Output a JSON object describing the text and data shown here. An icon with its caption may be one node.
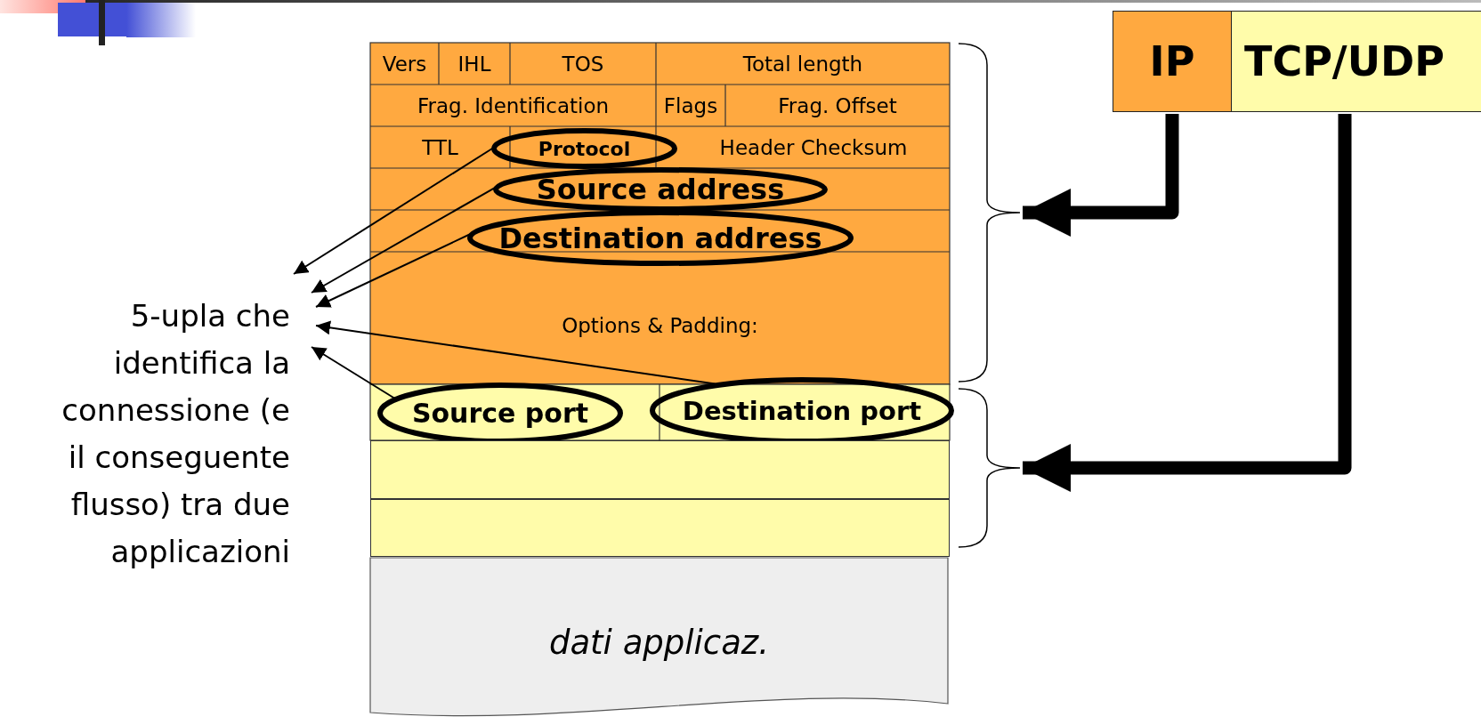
{
  "diagram": {
    "nodes": [
      {
        "text": [
          "Vers"
        ]
      },
      {
        "text": [
          "IHL"
        ]
      },
      {
        "text": [
          "TOS"
        ]
      },
      {
        "text": [
          "Total length"
        ]
      },
      {
        "text": [
          "Frag. Identification"
        ]
      },
      {
        "text": [
          "Flags"
        ]
      },
      {
        "text": [
          "Frag. Offset"
        ]
      },
      {
        "text": [
          "TTL"
        ]
      },
      {
        "text": [
          "Protocol"
        ]
      },
      {
        "text": [
          "Header Checksum"
        ]
      },
      {
        "text": [
          "Source address"
        ]
      },
      {
        "text": [
          "Destination address"
        ]
      },
      {
        "text": [
          "Options & Padding:"
        ]
      },
      {
        "text": [
          "Source port"
        ]
      },
      {
        "text": [
          "Destination port"
        ]
      },
      {
        "text": [],
        "shape": "box"
      },
      {
        "text": [],
        "shape": "box"
      },
      {
        "text": [
          "dati applicaz."
        ]
      },
      {
        "text": [
          "5-upla che identifica la connessione (e il conseguente flusso) tra due applicazioni"
        ]
      },
      {
        "text": [
          "IP"
        ]
      },
      {
        "text": [
          "TCP/UDP"
        ]
      },
      {
        "text": [],
        "shape": "brace"
      },
      {
        "text": [],
        "shape": "brace"
      }
    ],
    "edges": [
      {
        "from": 8,
        "to": 18,
        "arrow": "to"
      },
      {
        "from": 10,
        "to": 18,
        "arrow": "to"
      },
      {
        "from": 11,
        "to": 18,
        "arrow": "to"
      },
      {
        "from": 13,
        "to": 18,
        "arrow": "to"
      },
      {
        "from": 14,
        "to": 18,
        "arrow": "to"
      },
      {
        "from": 19,
        "to": 21,
        "arrow": "to",
        "style": "thick"
      },
      {
        "from": 20,
        "to": 22,
        "arrow": "to",
        "style": "thick"
      }
    ]
  }
}
